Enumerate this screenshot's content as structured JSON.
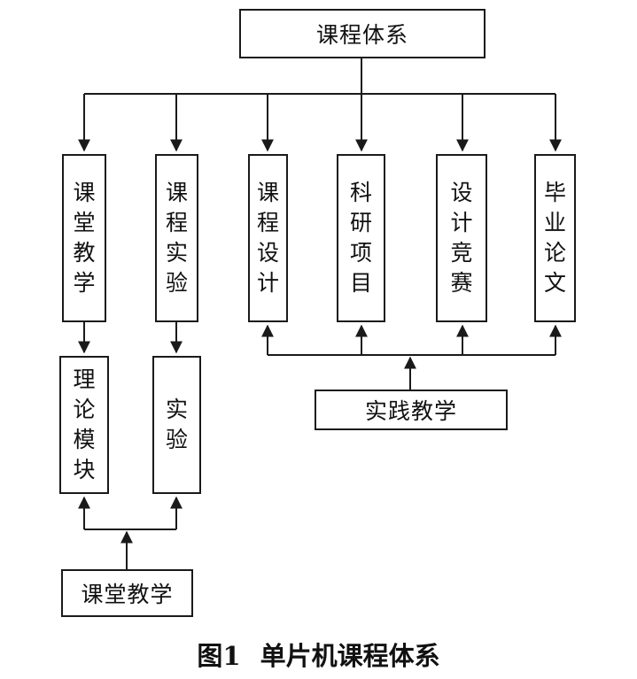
{
  "title": "课程体系",
  "modules": [
    {
      "id": "ketang",
      "label": "课堂教学"
    },
    {
      "id": "kecheng-shiyan",
      "label": "课程实验"
    },
    {
      "id": "kecheng-sheji",
      "label": "课程设计"
    },
    {
      "id": "keyan",
      "label": "科研项目"
    },
    {
      "id": "jingsai",
      "label": "设计竞赛"
    },
    {
      "id": "biye",
      "label": "毕业论文"
    }
  ],
  "sub_modules": [
    {
      "id": "lilun",
      "label": "理论模块"
    },
    {
      "id": "shiyan",
      "label": "实验"
    }
  ],
  "practice_teaching": "实践教学",
  "classroom_teaching": "课堂教学",
  "caption": {
    "number": "图1",
    "text": "单片机课程体系"
  }
}
